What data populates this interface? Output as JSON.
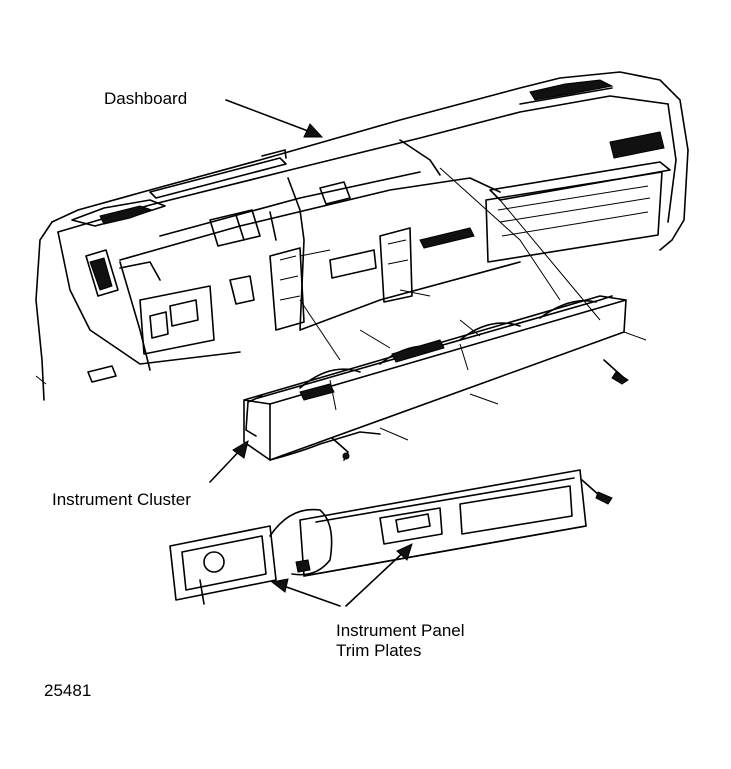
{
  "labels": {
    "dashboard": "Dashboard",
    "instrument_cluster": "Instrument Cluster",
    "trim_plates_line1": "Instrument Panel",
    "trim_plates_line2": "Trim Plates",
    "figure_number": "25481"
  }
}
